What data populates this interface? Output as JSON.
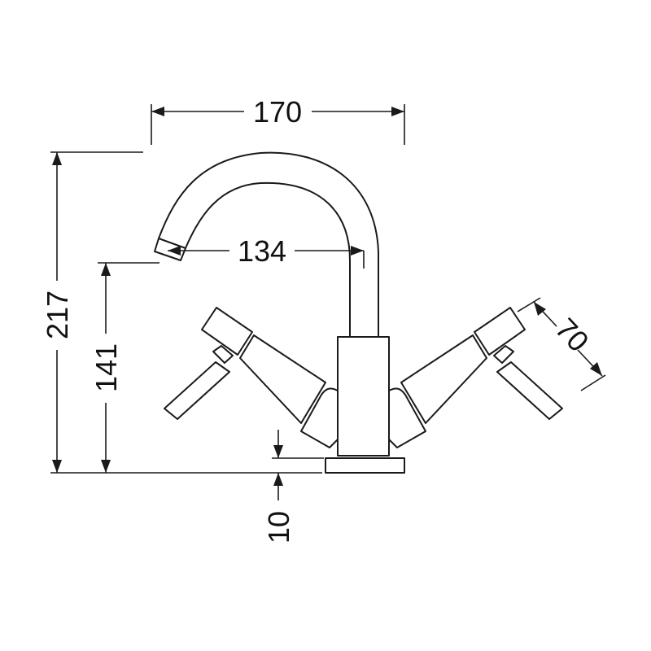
{
  "dimensions": {
    "overall_width": "170",
    "spout_reach": "134",
    "overall_height": "217",
    "spout_height": "141",
    "base_thickness": "10",
    "handle_length": "70"
  },
  "colors": {
    "line": "#1a1a1a",
    "background": "#ffffff"
  }
}
